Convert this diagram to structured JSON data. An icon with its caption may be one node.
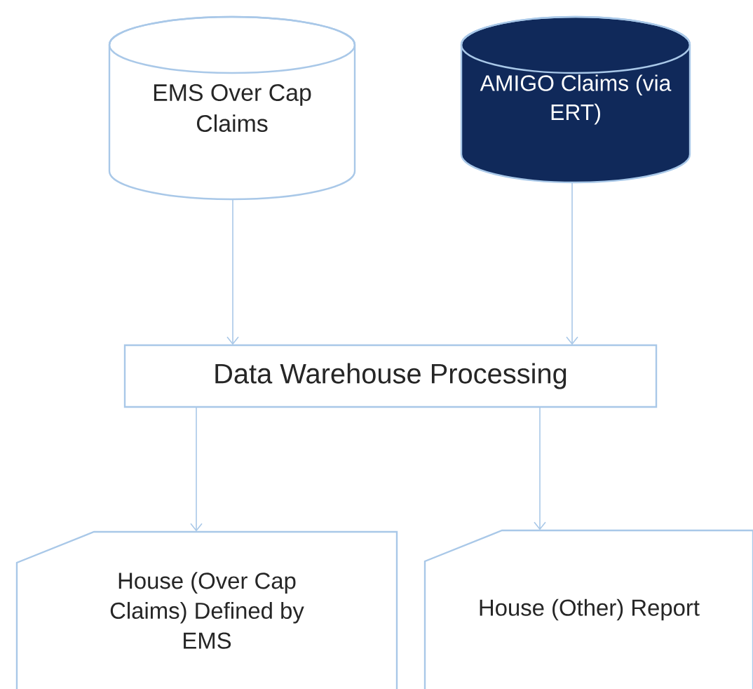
{
  "diagram": {
    "nodes": [
      {
        "text": [
          "EMS Over Cap Claims"
        ]
      },
      {
        "text": [
          "AMIGO Claims (via ERT)"
        ]
      },
      {
        "text": [
          "Data Warehouse Processing"
        ]
      },
      {
        "text": [
          "House (Over Cap Claims) Defined by EMS"
        ]
      },
      {
        "text": [
          "House (Other) Report"
        ]
      }
    ],
    "edges": [
      {
        "from": 0,
        "to": 2,
        "arrow": "to"
      },
      {
        "from": 1,
        "to": 2,
        "arrow": "to"
      },
      {
        "from": 2,
        "to": 3,
        "arrow": "to"
      },
      {
        "from": 2,
        "to": 4,
        "arrow": "to"
      }
    ]
  }
}
